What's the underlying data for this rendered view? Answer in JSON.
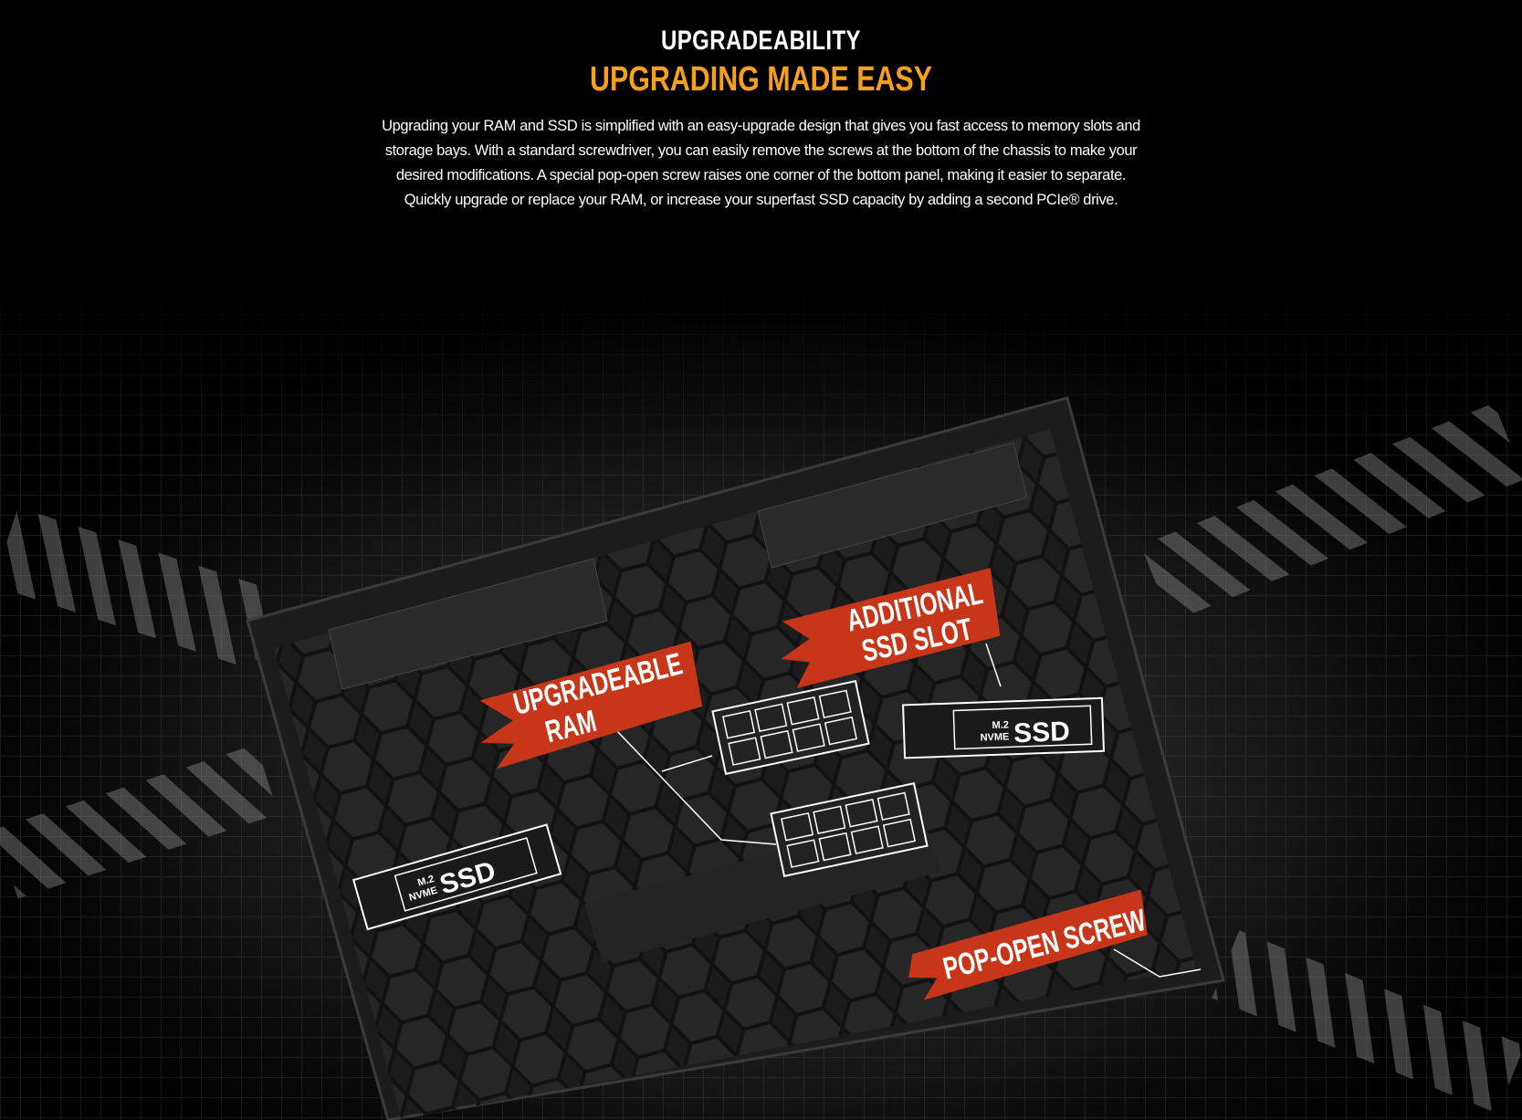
{
  "header": {
    "eyebrow": "UPGRADEABILITY",
    "title": "UPGRADING MADE EASY",
    "description": "Upgrading your RAM and SSD is simplified with an easy-upgrade design that gives you fast access to memory slots and storage bays. With a standard screwdriver, you can easily remove the screws at the bottom of the chassis to make your desired modifications. A special pop-open screw raises one corner of the bottom panel, making it easier to separate. Quickly upgrade or replace your RAM, or increase your superfast SSD capacity by adding a second PCIe® drive."
  },
  "callouts": {
    "ram": {
      "line1": "UPGRADEABLE",
      "line2": "RAM"
    },
    "ssd_slot": {
      "line1": "ADDITIONAL",
      "line2": "SSD SLOT"
    },
    "screw": {
      "line1": "POP-OPEN SCREW"
    }
  },
  "ssd_cards": [
    {
      "form": "M.2",
      "iface": "NVME",
      "name": "SSD"
    },
    {
      "form": "M.2",
      "iface": "NVME",
      "name": "SSD"
    }
  ],
  "colors": {
    "accent": "#f7a01d",
    "banner": "#c8361a"
  }
}
